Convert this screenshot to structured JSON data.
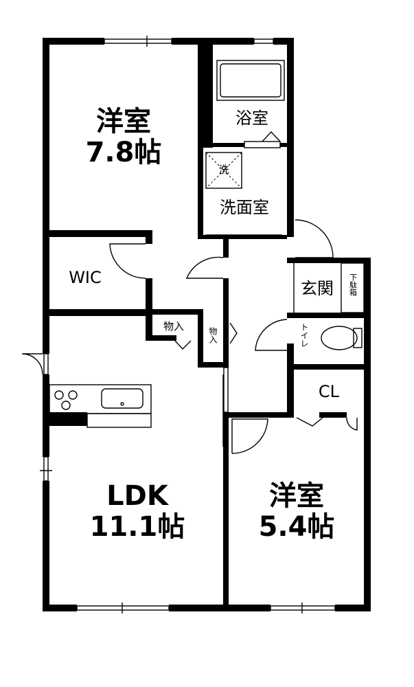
{
  "rooms": {
    "bedroom_main": {
      "name": "洋室",
      "size": "7.8帖"
    },
    "bath": {
      "name": "浴室"
    },
    "washroom": {
      "name": "洗面室",
      "washer": "洗"
    },
    "wic": {
      "name": "WIC"
    },
    "storage_1": {
      "name": "物入"
    },
    "storage_2": {
      "name": "物入"
    },
    "entrance": {
      "name": "玄関",
      "shoe_box": "下駄箱"
    },
    "toilet": {
      "name": "トイレ"
    },
    "closet": {
      "name": "CL"
    },
    "ldk": {
      "name": "LDK",
      "size": "11.1帖"
    },
    "bedroom_second": {
      "name": "洋室",
      "size": "5.4帖"
    }
  }
}
